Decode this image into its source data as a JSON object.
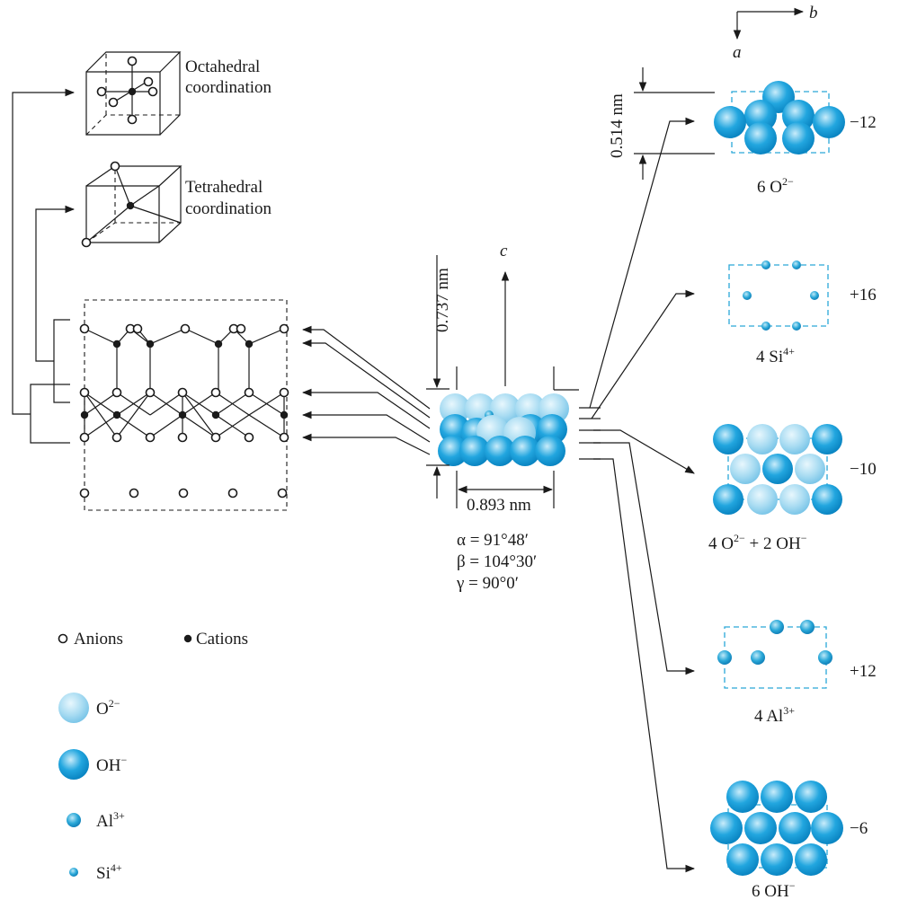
{
  "coordination": {
    "octahedral_1": "Octahedral",
    "octahedral_2": "coordination",
    "tetrahedral_1": "Tetrahedral",
    "tetrahedral_2": "coordination"
  },
  "axes": {
    "b": "b",
    "a": "a",
    "c": "c"
  },
  "dimensions": {
    "height_a": "0.514 nm",
    "height_c": "0.737 nm",
    "width": "0.893 nm"
  },
  "angles": {
    "alpha": "α = 91°48′",
    "beta": "β = 104°30′",
    "gamma": "γ = 90°0′"
  },
  "legend": {
    "anions": "Anions",
    "cations": "Cations",
    "o2_base": "O",
    "o2_sup": "2−",
    "oh": "OH",
    "oh_sup": "−",
    "al_base": "Al",
    "al_sup": "3+",
    "si_base": "Si",
    "si_sup": "4+"
  },
  "layers": [
    {
      "charge": "−12",
      "label_1": "6 O",
      "label_1_sup": "2−",
      "label_2": "",
      "label_2_sup": ""
    },
    {
      "charge": "+16",
      "label_1": "4 Si",
      "label_1_sup": "4+",
      "label_2": "",
      "label_2_sup": ""
    },
    {
      "charge": "−10",
      "label_1": "4 O",
      "label_1_sup": "2−",
      "label_2": " + 2 OH",
      "label_2_sup": "−"
    },
    {
      "charge": "+12",
      "label_1": "4 Al",
      "label_1_sup": "3+",
      "label_2": "",
      "label_2_sup": ""
    },
    {
      "charge": "−6",
      "label_1": "6 OH",
      "label_1_sup": "−",
      "label_2": "",
      "label_2_sup": ""
    }
  ],
  "colors": {
    "o2_light": "#a9dcf2",
    "oh_dark": "#1fa3de",
    "ion_small": "#2aa8d8",
    "line": "#1a1a1a"
  }
}
